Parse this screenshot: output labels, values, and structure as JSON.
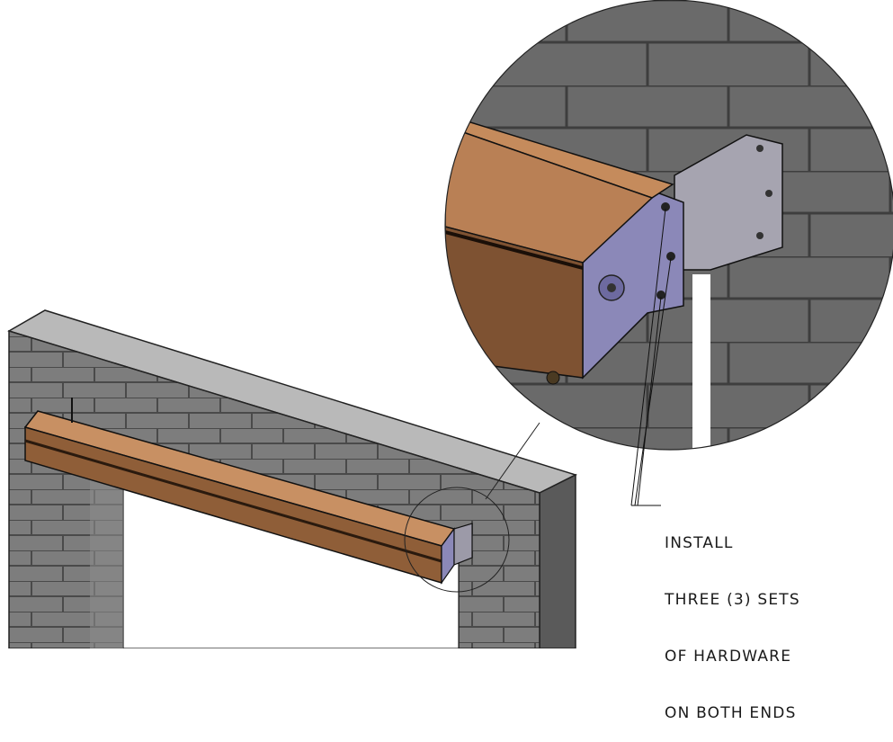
{
  "callout": {
    "lines": [
      "INSTALL",
      "THREE (3) SETS",
      "OF HARDWARE",
      "ON BOTH ENDS"
    ]
  },
  "colors": {
    "block_light": "#8e8e8e",
    "block_dark": "#3a3a3a",
    "hood_top": "#c58b5c",
    "hood_front": "#8a5a36",
    "bracket": "#9c9aa8",
    "end_plate": "#8b88b8"
  },
  "icons": {
    "detail_magnifier": "circle-callout"
  }
}
